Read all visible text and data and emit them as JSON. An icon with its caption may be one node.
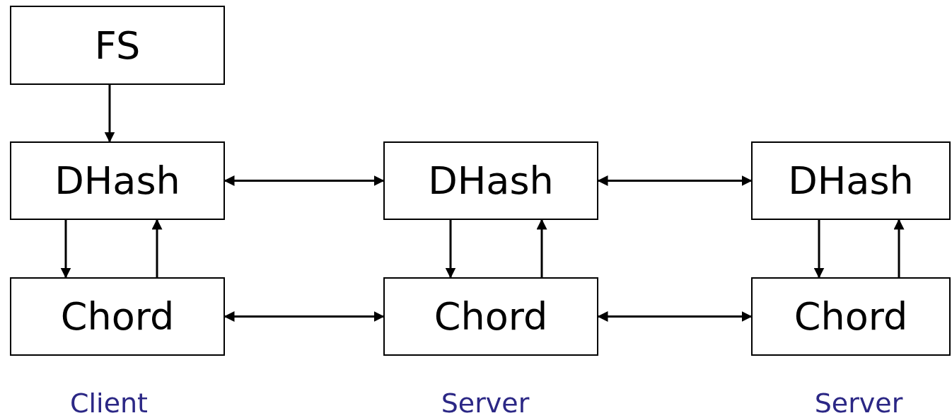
{
  "diagram": {
    "nodes": [
      {
        "text": [
          "FS"
        ]
      },
      {
        "text": [
          "DHash"
        ]
      },
      {
        "text": [
          "Chord"
        ]
      },
      {
        "text": [
          "DHash"
        ]
      },
      {
        "text": [
          "Chord"
        ]
      },
      {
        "text": [
          "DHash"
        ]
      },
      {
        "text": [
          "Chord"
        ]
      }
    ],
    "edges": [
      {
        "from": 0,
        "to": 1,
        "arrow": "to"
      },
      {
        "from": 1,
        "to": 2,
        "arrow": "to"
      },
      {
        "from": 2,
        "to": 1,
        "arrow": "to"
      },
      {
        "from": 1,
        "to": 3,
        "arrow": "both"
      },
      {
        "from": 3,
        "to": 5,
        "arrow": "both"
      },
      {
        "from": 3,
        "to": 4,
        "arrow": "to"
      },
      {
        "from": 4,
        "to": 3,
        "arrow": "to"
      },
      {
        "from": 5,
        "to": 6,
        "arrow": "to"
      },
      {
        "from": 6,
        "to": 5,
        "arrow": "to"
      },
      {
        "from": 2,
        "to": 4,
        "arrow": "both"
      },
      {
        "from": 4,
        "to": 6,
        "arrow": "both"
      }
    ],
    "labels": [
      "Client",
      "Server",
      "Server"
    ]
  }
}
